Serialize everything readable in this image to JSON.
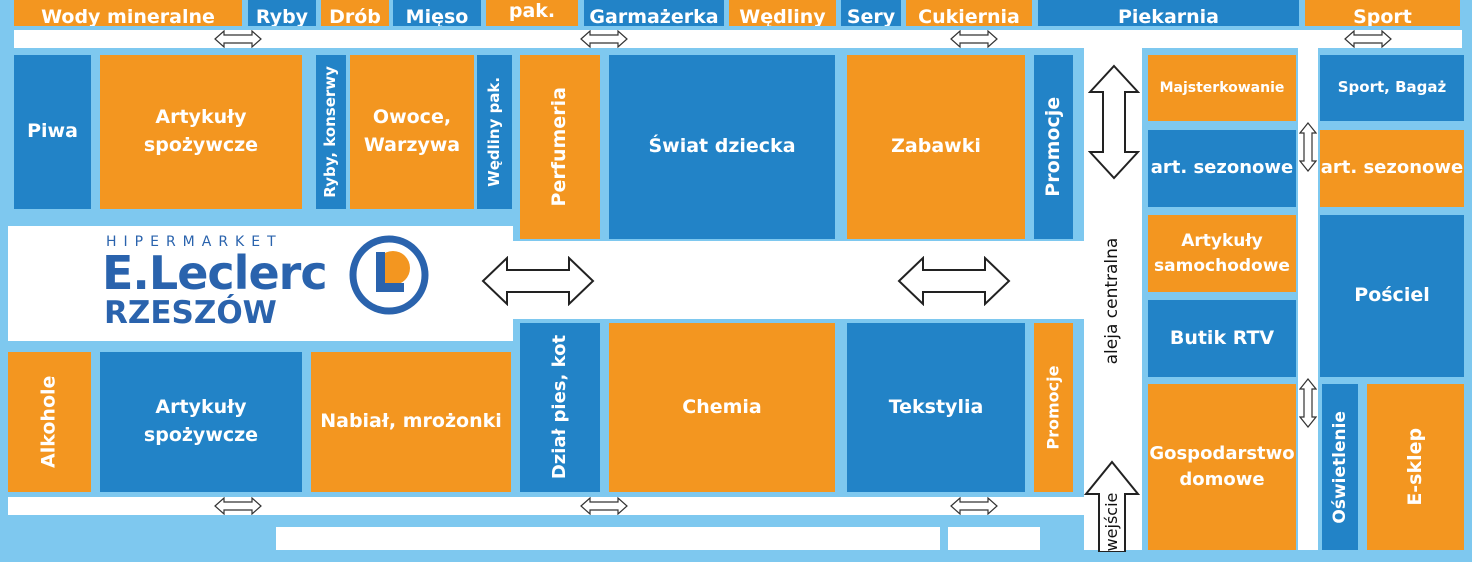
{
  "logo": {
    "hypermarket": "HIPERMARKET",
    "brand": "E.Leclerc",
    "city": "RZESZÓW"
  },
  "top_row": [
    "Wody mineralne",
    "Ryby",
    "Drób",
    "Mięso",
    "pak.",
    "Garmażerka",
    "Wędliny",
    "Sery",
    "Cukiernia",
    "Piekarnia",
    "Sport"
  ],
  "upper_section": {
    "piwa": "Piwa",
    "artykuly_spozywcze": "Artykuły\nspożywcze",
    "ryby_konserwy": "Ryby, konserwy",
    "owoce_warzywa": "Owoce,\nWarzywa",
    "wedliny_pak": "Wędliny pak.",
    "perfumeria": "Perfumeria",
    "swiat_dziecka": "Świat dziecka",
    "zabawki": "Zabawki",
    "promocje": "Promocje"
  },
  "lower_section": {
    "alkohole": "Alkohole",
    "artykuly_spozywcze": "Artykuły\nspożywcze",
    "nabial": "Nabiał, mrożonki",
    "dzial_pies_kot": "Dział pies, kot",
    "chemia": "Chemia",
    "tekstylia": "Tekstylia",
    "promocje": "Promocje"
  },
  "right_section": {
    "majsterkowanie": "Majsterkowanie",
    "sport_bagaz": "Sport, Bagaż",
    "art_sezonowe_left": "art. sezonowe",
    "art_sezonowe_right": "art. sezonowe",
    "artykuly_samochodowe": "Artykuły\nsamochodowe",
    "posciel": "Pościel",
    "butik_rtv": "Butik RTV",
    "gospodarstwo_domowe": "Gospodarstwo\ndomowe",
    "oswietlenie": "Oświetlenie",
    "e_sklep": "E-sklep"
  },
  "labels": {
    "aleja_centralna": "aleja centralna",
    "wejscie": "wejście"
  },
  "colors": {
    "orange": "#f39620",
    "blue": "#2283c7",
    "background": "#7ec8ef",
    "logo": "#2a63ad"
  }
}
